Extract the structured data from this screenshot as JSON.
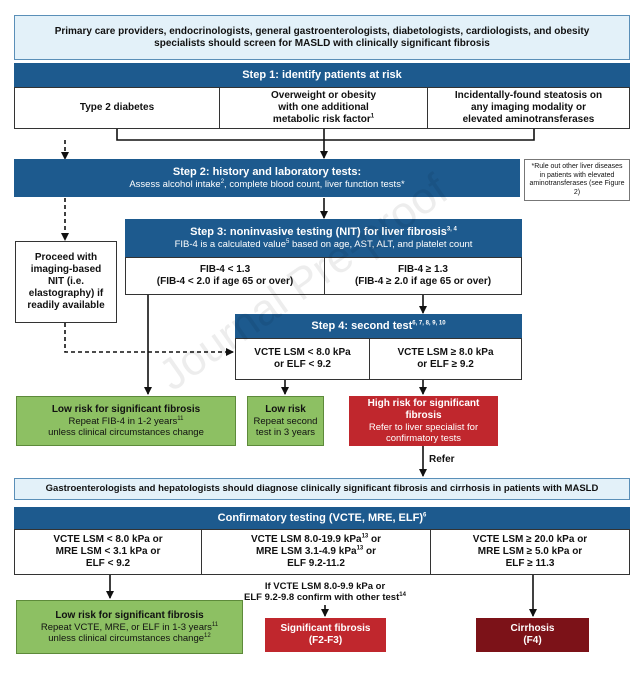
{
  "header": "Primary care providers, endocrinologists, general gastroenterologists, diabetologists, cardiologists, and obesity specialists should screen for MASLD with clinically significant fibrosis",
  "step1": {
    "title": "Step 1: identify patients at risk",
    "col1": "Type 2 diabetes",
    "col2": "Overweight or obesity with one additional metabolic risk factor",
    "col2_sup": "1",
    "col3": "Incidentally-found steatosis on any imaging modality or elevated aminotransferases"
  },
  "step2": {
    "title": "Step 2: history and laboratory tests:",
    "sub_a": "Assess alcohol intake",
    "sub_sup": "2",
    "sub_b": ", complete blood count, liver function tests*",
    "note": "*Rule out other liver diseases in patients with elevated aminotransferases (see Figure 2)"
  },
  "imaging": "Proceed with imaging-based NIT (i.e. elastography) if readily available",
  "step3": {
    "title": "Step 3: noninvasive testing (NIT) for liver fibrosis",
    "title_sup": "3, 4",
    "sub_a": "FIB-4 is a calculated value",
    "sub_sup": "5",
    "sub_b": " based on age, AST, ALT, and platelet count",
    "left_l1": "FIB-4 < 1.3",
    "left_l2": "(FIB-4 < 2.0 if age 65 or over)",
    "right_l1": "FIB-4 ≥ 1.3",
    "right_l2": "(FIB-4 ≥ 2.0 if age 65 or over)"
  },
  "step4": {
    "title": "Step 4: second test",
    "title_sup": "6, 7, 8, 9, 10",
    "left_l1": "VCTE LSM < 8.0 kPa",
    "left_l2": "or ELF < 9.2",
    "right_l1": "VCTE LSM ≥ 8.0 kPa",
    "right_l2": "or ELF ≥ 9.2"
  },
  "outcome_low1": {
    "title": "Low risk for significant fibrosis",
    "l1": "Repeat FIB-4 in 1-2 years",
    "l1_sup": "11",
    "l2": "unless clinical circumstances change"
  },
  "outcome_low2": {
    "title": "Low risk",
    "l1": "Repeat second",
    "l2": "test in 3 years"
  },
  "outcome_high": {
    "title": "High risk for significant fibrosis",
    "l1": "Refer to liver specialist for",
    "l2": "confirmatory tests"
  },
  "refer": "Refer",
  "specialist_header": "Gastroenterologists and hepatologists should diagnose clinically significant fibrosis and cirrhosis in patients with MASLD",
  "confirm": {
    "title": "Confirmatory testing (VCTE, MRE, ELF)",
    "title_sup": "6",
    "c1_l1": "VCTE LSM < 8.0 kPa or",
    "c1_l2": "MRE LSM < 3.1 kPa or",
    "c1_l3": "ELF < 9.2",
    "c2_l1a": "VCTE LSM 8.0-19.9 kPa",
    "c2_l1_sup": "13",
    "c2_l1b": " or",
    "c2_l2a": "MRE LSM 3.1-4.9 kPa",
    "c2_l2_sup": "13",
    "c2_l2b": " or",
    "c2_l3": "ELF 9.2-11.2",
    "c3_l1": "VCTE LSM ≥ 20.0 kPa or",
    "c3_l2": "MRE LSM ≥ 5.0 kPa or",
    "c3_l3": "ELF ≥ 11.3"
  },
  "confirm_note": {
    "l1": "If VCTE LSM 8.0-9.9 kPa or",
    "l2": "ELF 9.2-9.8 confirm with other test",
    "l2_sup": "14"
  },
  "final_low": {
    "title": "Low risk for significant fibrosis",
    "l1": "Repeat VCTE, MRE, or ELF in 1-3 years",
    "l1_sup": "11",
    "l2": "unless clinical circumstances change",
    "l2_sup": "12"
  },
  "final_sig": {
    "l1": "Significant fibrosis",
    "l2": "(F2-F3)"
  },
  "final_cirr": {
    "l1": "Cirrhosis",
    "l2": "(F4)"
  },
  "watermark": "Journal Pre-proof",
  "colors": {
    "blue": "#1d5a8e",
    "green": "#8dc063",
    "red": "#c0272d",
    "dark_red": "#7c1218",
    "light_blue": "#e3f1f9"
  }
}
